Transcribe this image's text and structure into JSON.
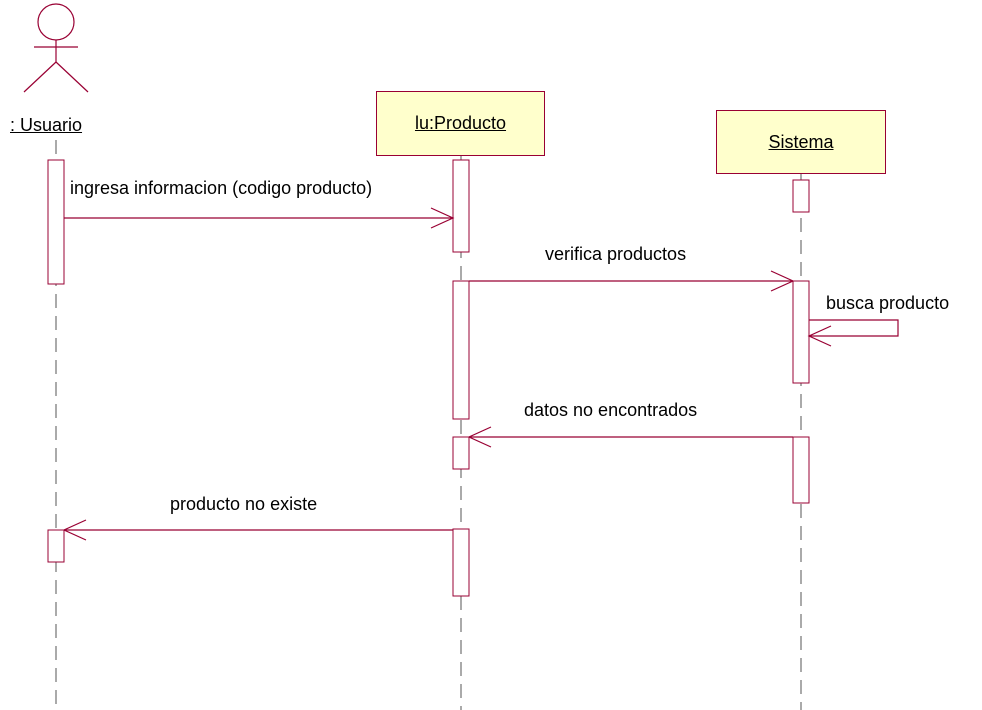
{
  "diagram": {
    "colors": {
      "line": "#990033",
      "box_fill": "#ffffcc",
      "lifeline": "#555555"
    },
    "actor": {
      "label": ": Usuario",
      "icon": "stick-figure-icon"
    },
    "objects": [
      {
        "id": "producto",
        "label": "lu:Producto"
      },
      {
        "id": "sistema",
        "label": "Sistema"
      }
    ],
    "messages": [
      {
        "id": "m1",
        "from": "Usuario",
        "to": "lu:Producto",
        "label": "ingresa informacion (codigo producto)"
      },
      {
        "id": "m2",
        "from": "lu:Producto",
        "to": "Sistema",
        "label": "verifica productos"
      },
      {
        "id": "m3",
        "from": "Sistema",
        "to": "Sistema",
        "label": "busca producto",
        "self": true
      },
      {
        "id": "m4",
        "from": "Sistema",
        "to": "lu:Producto",
        "label": "datos no encontrados"
      },
      {
        "id": "m5",
        "from": "lu:Producto",
        "to": "Usuario",
        "label": "producto no existe"
      }
    ]
  }
}
